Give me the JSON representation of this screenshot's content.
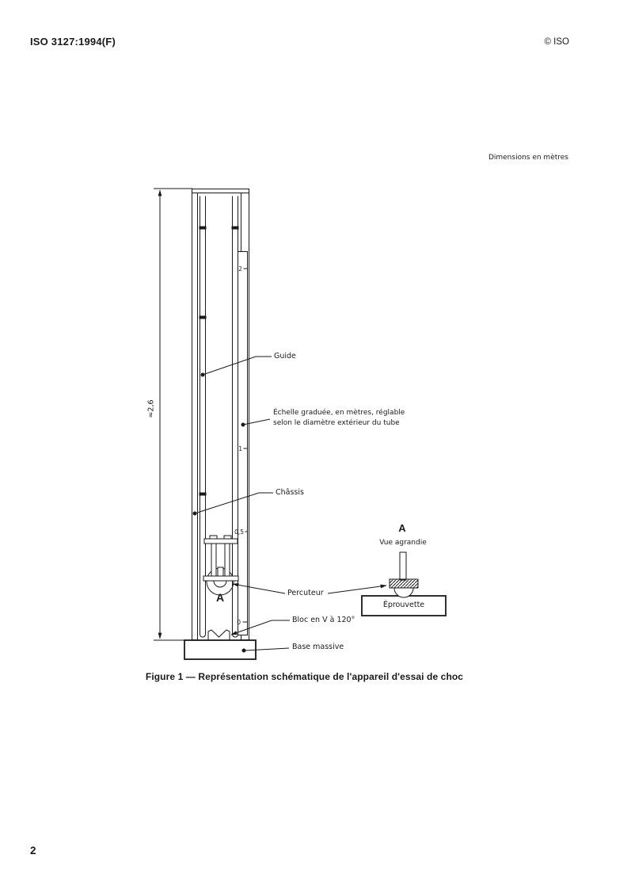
{
  "page": {
    "header_left": "ISO 3127:1994(F)",
    "header_right": "© ISO",
    "dimensions_note": "Dimensions en mètres",
    "caption": "Figure 1 — Représentation schématique de l'appareil d'essai de choc",
    "page_number": "2"
  },
  "figure": {
    "height_dimension_label": "≈2,6",
    "scale": {
      "marks": [
        "2",
        "1",
        "0,5",
        "0"
      ]
    },
    "labels": {
      "guide": "Guide",
      "echelle_line1": "Échelle graduée, en mètres, réglable",
      "echelle_line2": "selon le diamètre extérieur du tube",
      "chassis": "Châssis",
      "percuteur": "Percuteur",
      "bloc_v": "Bloc en V à 120°",
      "base": "Base massive"
    },
    "striker_detail_marker": "A",
    "detail_view": {
      "marker": "A",
      "title": "Vue agrandie",
      "specimen_label": "Éprouvette"
    },
    "colors": {
      "ink": "#1a1a1a",
      "paper": "#ffffff"
    }
  }
}
